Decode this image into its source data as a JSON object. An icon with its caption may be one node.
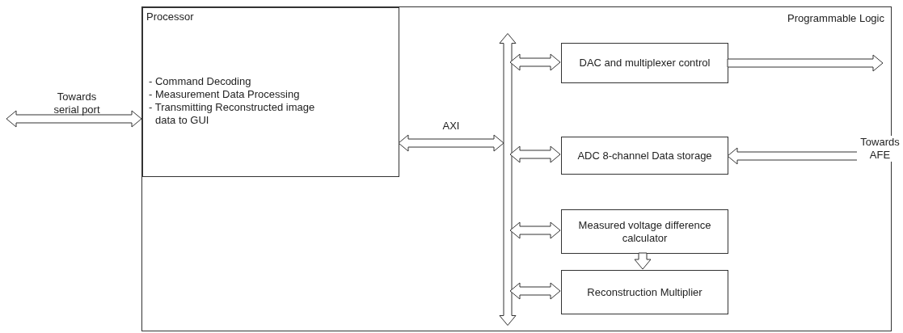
{
  "diagram": {
    "nodes": [
      {
        "text": [
          "Programmable Logic"
        ]
      },
      {
        "text": [
          "Processor",
          "- Command Decoding",
          "- Measurement Data Processing",
          "- Transmitting Reconstructed image data to GUI"
        ],
        "in": 0
      },
      {
        "text": [],
        "shape": "bar",
        "in": 0
      },
      {
        "text": [
          "DAC and multiplexer control"
        ],
        "in": 0
      },
      {
        "text": [
          "ADC 8-channel Data storage"
        ],
        "in": 0
      },
      {
        "text": [
          "Measured voltage difference calculator"
        ],
        "in": 0
      },
      {
        "text": [
          "Reconstruction Multiplier"
        ],
        "in": 0
      }
    ],
    "edges": [
      {
        "from": null,
        "to": 1,
        "arrow": "both",
        "label": "Towards serial port"
      },
      {
        "from": 1,
        "to": 2,
        "arrow": "both",
        "label": "AXI"
      },
      {
        "from": 2,
        "to": 3,
        "arrow": "both"
      },
      {
        "from": 2,
        "to": 4,
        "arrow": "both"
      },
      {
        "from": 2,
        "to": 5,
        "arrow": "both"
      },
      {
        "from": 2,
        "to": 6,
        "arrow": "both"
      },
      {
        "from": 3,
        "to": null,
        "arrow": "to"
      },
      {
        "from": null,
        "to": 4,
        "arrow": "to"
      },
      {
        "from": 5,
        "to": 6,
        "arrow": "to"
      }
    ],
    "labels": [
      "Towards AFE"
    ]
  }
}
